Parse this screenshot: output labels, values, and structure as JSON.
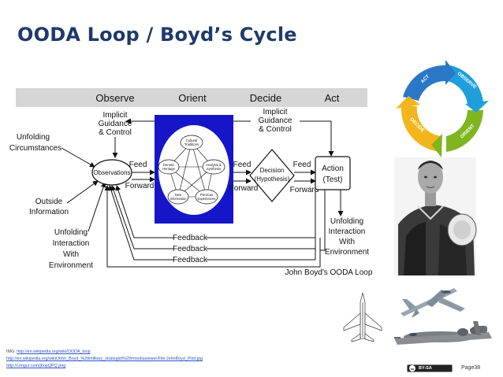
{
  "slide": {
    "title": "OODA Loop / Boyd’s Cycle",
    "page_label": "Page38",
    "license_badge": "BY-SA",
    "cc_icon": "cc-icon"
  },
  "credits": {
    "lines": [
      {
        "prefix": "IMG: ",
        "url": "http://en.wikipedia.org/wiki/OODA_loop"
      },
      {
        "prefix": "",
        "url": "http://en.wikipedia.org/wiki/John_Boyd_%28military_strategist%29#mediaviewer/File:JohnBoyd_Pilot.jpg"
      },
      {
        "prefix": "",
        "url": "http://i.imgur.com/j6opQPQ.png"
      }
    ]
  },
  "diagram": {
    "phases": [
      "Observe",
      "Orient",
      "Decide",
      "Act"
    ],
    "implicit_observe": [
      "Implicit",
      "Guidance",
      "& Control"
    ],
    "implicit_decide": [
      "Implicit",
      "Guidance",
      "& Control"
    ],
    "unfolding_circumstances": [
      "Unfolding",
      "Circumstances"
    ],
    "outside_information": [
      "Outside",
      "Information"
    ],
    "unfolding_interaction_left": [
      "Unfolding",
      "Interaction",
      "With",
      "Environment"
    ],
    "unfolding_interaction_right": [
      "Unfolding",
      "Interaction",
      "With",
      "Environment"
    ],
    "observations": "Observations",
    "feed": "Feed",
    "forward": "Forward",
    "orient_nodes": {
      "cultural": [
        "Cultural",
        "Traditions"
      ],
      "genetic": [
        "Genetic",
        "Heritage"
      ],
      "analysis": [
        "Analysis &",
        "Synthesis"
      ],
      "new_info": [
        "New",
        "Information"
      ],
      "previous": [
        "Previous",
        "Experiences"
      ]
    },
    "decision": [
      "Decision",
      "(Hypothesis)"
    ],
    "action": [
      "Action",
      "(Test)"
    ],
    "feedback": [
      "Feedback",
      "Feedback",
      "Feedback"
    ],
    "caption": "John Boyd's OODA Loop"
  },
  "cycle": {
    "segments": [
      {
        "label": "ACT",
        "color": "#2a78c5"
      },
      {
        "label": "OBSERVE",
        "color": "#1e9fdc"
      },
      {
        "label": "ORIENT",
        "color": "#7fb51f"
      },
      {
        "label": "DECIDE",
        "color": "#f3b51c"
      }
    ]
  }
}
